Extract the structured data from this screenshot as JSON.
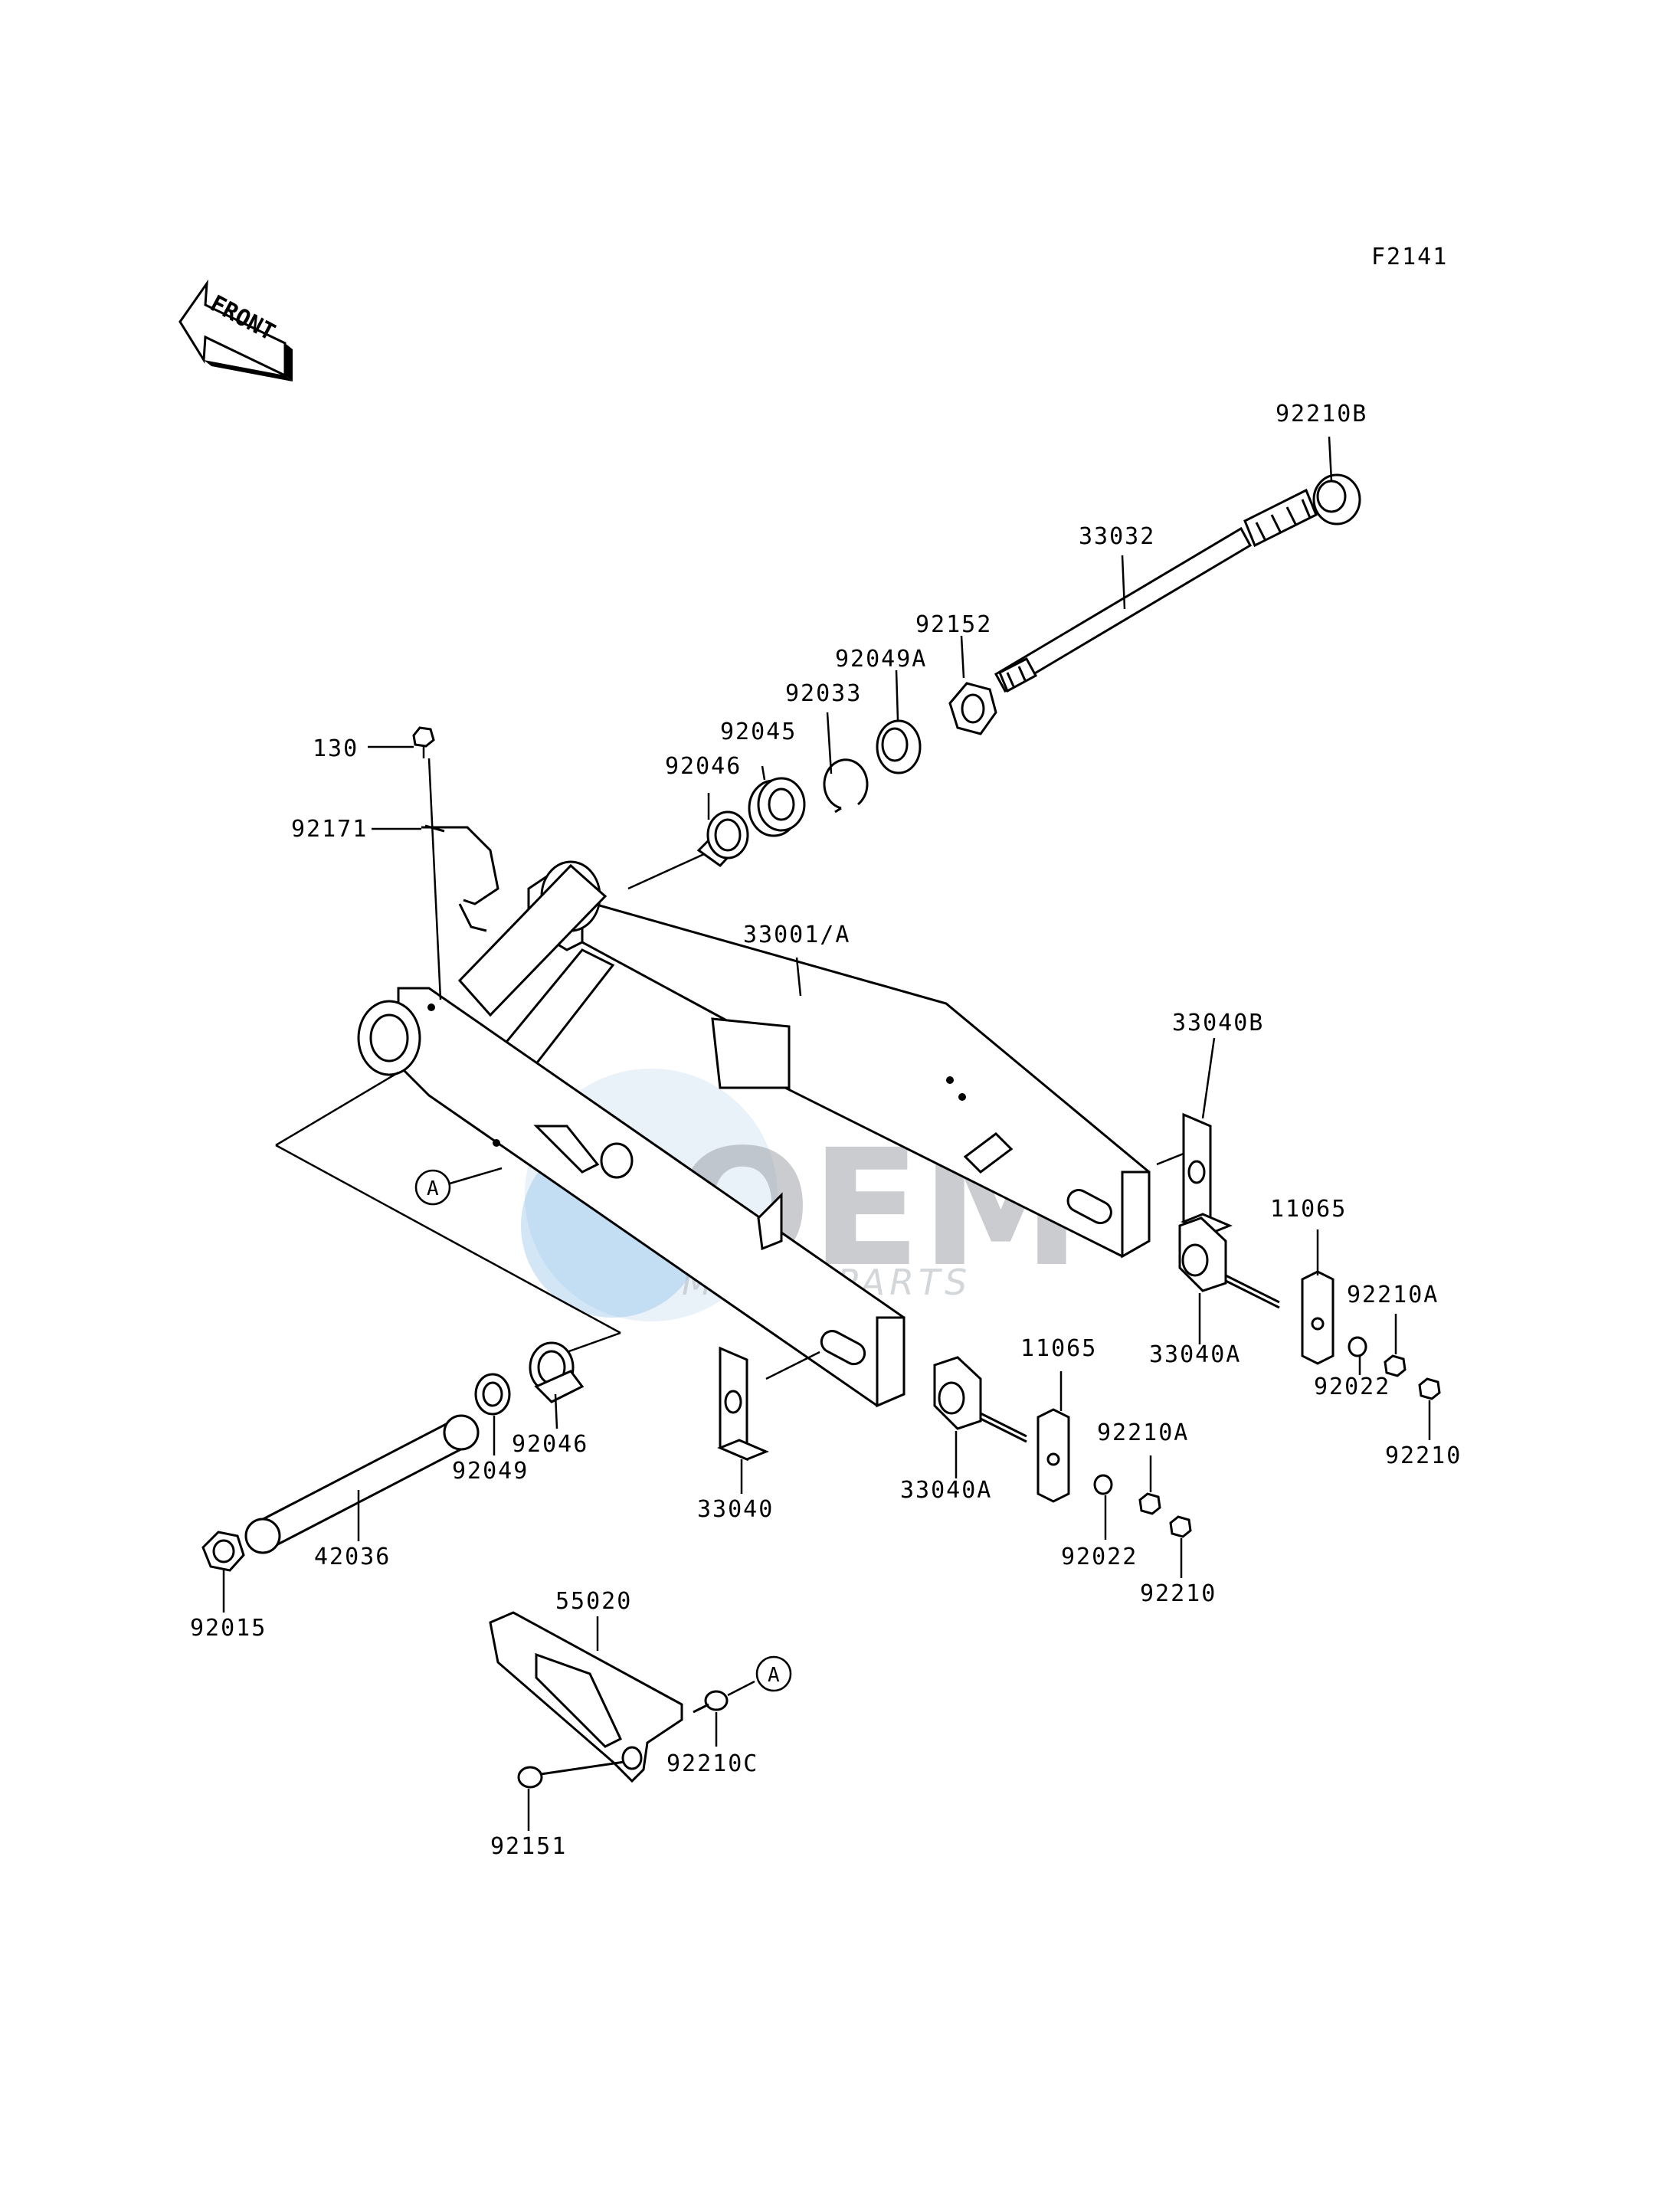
{
  "figure_code": "F2141",
  "front_arrow_text": "FRONT",
  "watermark": {
    "brand": "OEM",
    "sub": "MOTORPARTS"
  },
  "callouts": {
    "ref_a1": "A",
    "ref_a2": "A"
  },
  "part_labels": {
    "p92210B": "92210B",
    "p33032": "33032",
    "p92152": "92152",
    "p92049A": "92049A",
    "p92033": "92033",
    "p92045": "92045",
    "p92046_top": "92046",
    "p130": "130",
    "p92171": "92171",
    "p33001A": "33001/A",
    "p33040B": "33040B",
    "p11065_right": "11065",
    "p92210A_right": "92210A",
    "p33040A_right": "33040A",
    "p92022_right": "92022",
    "p92210_right": "92210",
    "p11065_mid": "11065",
    "p92210A_mid": "92210A",
    "p33040A_mid": "33040A",
    "p92022_mid": "92022",
    "p92210_mid": "92210",
    "p33040": "33040",
    "p92046_bottom": "92046",
    "p92049": "92049",
    "p42036": "42036",
    "p92015": "92015",
    "p55020": "55020",
    "p92210C": "92210C",
    "p92151": "92151"
  }
}
